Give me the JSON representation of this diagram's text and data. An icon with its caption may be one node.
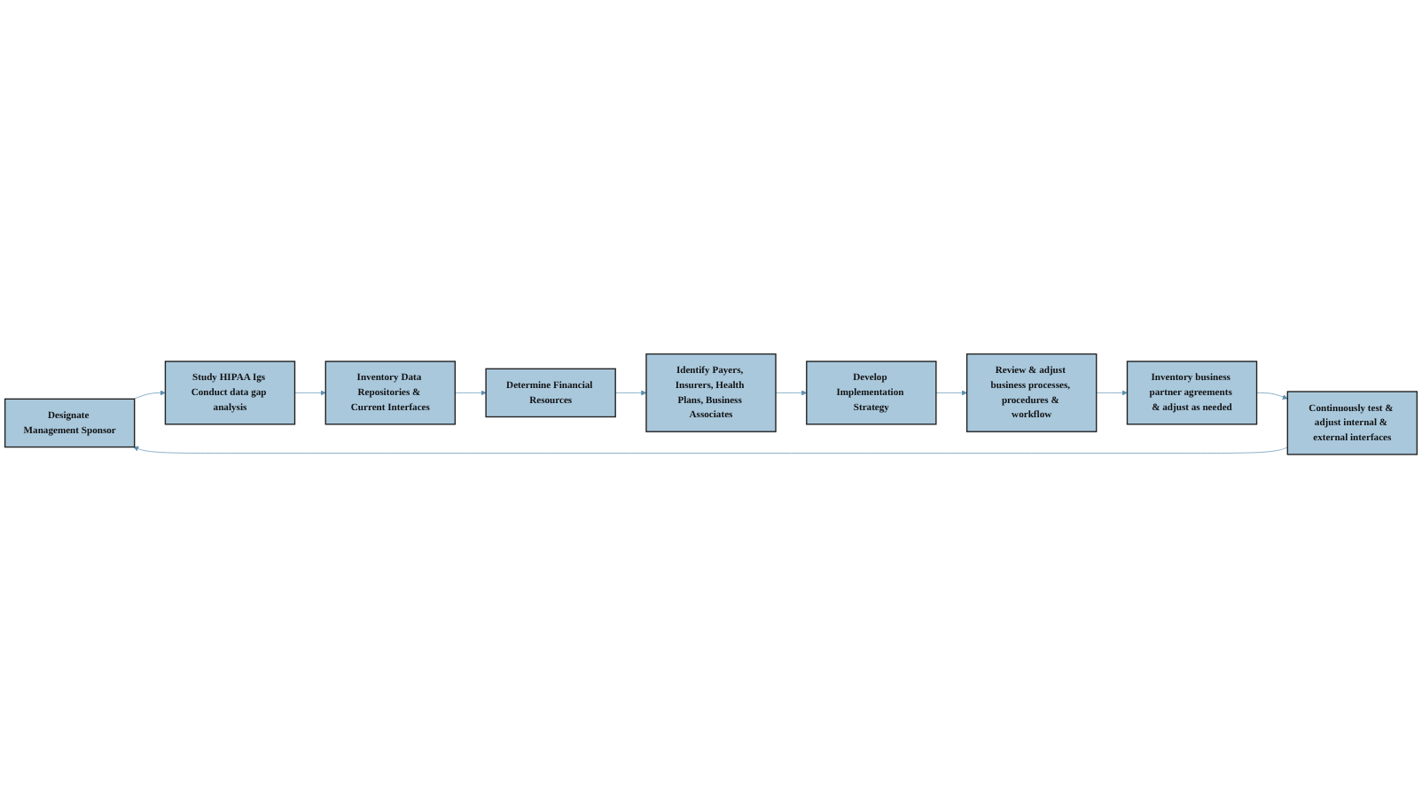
{
  "diagram": {
    "nodes": [
      {
        "text": [
          "Designate Management Sponsor"
        ]
      },
      {
        "text": [
          "Study HIPAA Igs Conduct data gap analysis"
        ]
      },
      {
        "text": [
          "Inventory Data Repositories & Current Interfaces"
        ]
      },
      {
        "text": [
          "Determine Financial Resources"
        ]
      },
      {
        "text": [
          "Identify Payers, Insurers, Health Plans, Business Associates"
        ]
      },
      {
        "text": [
          "Develop Implementation Strategy"
        ]
      },
      {
        "text": [
          "Review & adjust business processes, procedures & workflow"
        ]
      },
      {
        "text": [
          "Inventory business partner agreements & adjust as needed"
        ]
      },
      {
        "text": [
          "Continuously test & adjust internal & external interfaces"
        ]
      }
    ],
    "edges": [
      {
        "from": 0,
        "to": 1,
        "arrow": "to"
      },
      {
        "from": 1,
        "to": 2,
        "arrow": "to"
      },
      {
        "from": 2,
        "to": 3,
        "arrow": "to"
      },
      {
        "from": 3,
        "to": 4,
        "arrow": "to"
      },
      {
        "from": 4,
        "to": 5,
        "arrow": "to"
      },
      {
        "from": 5,
        "to": 6,
        "arrow": "to"
      },
      {
        "from": 6,
        "to": 7,
        "arrow": "to"
      },
      {
        "from": 7,
        "to": 8,
        "arrow": "to"
      },
      {
        "from": 8,
        "to": 0,
        "arrow": "to"
      }
    ]
  }
}
